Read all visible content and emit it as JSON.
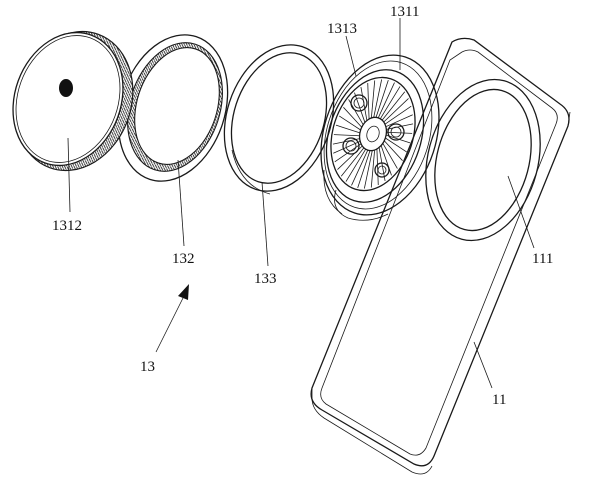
{
  "labels": {
    "l1312": "1312",
    "l132": "132",
    "l133": "133",
    "l1313": "1313",
    "l1311": "1311",
    "l111": "111",
    "l13": "13",
    "l11": "11"
  },
  "colors": {
    "line": "#1a1a1a",
    "background": "#ffffff"
  }
}
